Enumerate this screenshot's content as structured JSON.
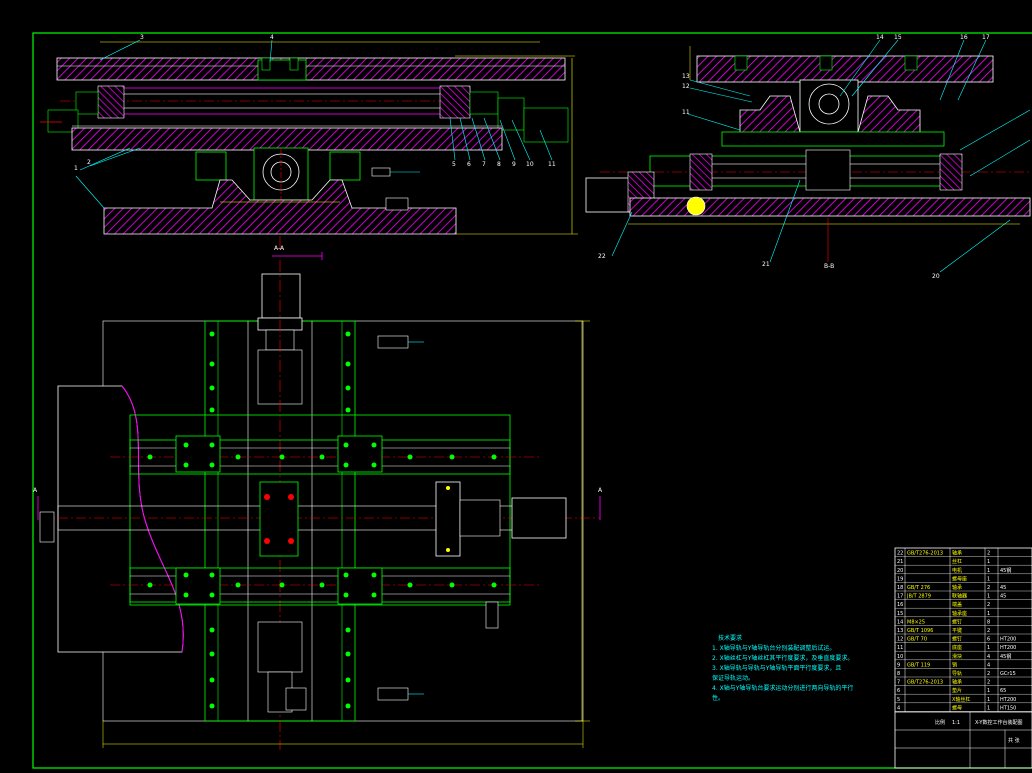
{
  "colors": {
    "background": "#000000",
    "frame": "#00ff00",
    "part": "#ff00ff",
    "outline": "#ffffff",
    "centerline": "#ff0000",
    "leader": "#00ffff",
    "dimension": "#ffff00"
  },
  "front_view": {
    "balloons": [
      "3",
      "4",
      "1",
      "2",
      "5",
      "6",
      "7",
      "8",
      "9",
      "10",
      "11"
    ]
  },
  "side_view": {
    "balloons": [
      "13",
      "12",
      "11",
      "14",
      "15",
      "16",
      "17",
      "21",
      "22",
      "20"
    ],
    "section_mark": "B-B"
  },
  "top_view": {
    "section_mark_top": "A-A",
    "section_mark_left": "A",
    "section_mark_right": "A"
  },
  "notes": {
    "heading": "技术要求",
    "lines": [
      "1. X轴导轨与Y轴导轨台分别装配调整后试运。",
      "2. X轴丝杠与Y轴丝杠其平行度要求，及垂直度要求。",
      "3. X轴导轨与导轨与Y轴导轨平面平行度要求，且",
      "   保证导轨运动。",
      "4. X轴与Y轴导轨台要求运动分别进行两向导轨的平行",
      "   性。"
    ]
  },
  "title_block": {
    "bom_rows": [
      [
        "22",
        "GB/T276-2013",
        "轴承",
        "2",
        ""
      ],
      [
        "21",
        "",
        "丝杠",
        "1",
        ""
      ],
      [
        "20",
        "",
        "电机",
        "1",
        "45钢"
      ],
      [
        "19",
        "",
        "螺母座",
        "1",
        ""
      ],
      [
        "18",
        "GB/T 276",
        "轴承",
        "2",
        "45"
      ],
      [
        "17",
        "JB/T 2879",
        "联轴器",
        "1",
        "45"
      ],
      [
        "16",
        "",
        "端盖",
        "2",
        ""
      ],
      [
        "15",
        "",
        "轴承座",
        "1",
        ""
      ],
      [
        "14",
        "M8×25",
        "螺钉",
        "8",
        ""
      ],
      [
        "13",
        "GB/T 1096",
        "平键",
        "2",
        ""
      ],
      [
        "12",
        "GB/T 70",
        "螺钉",
        "6",
        "HT200"
      ],
      [
        "11",
        "",
        "底座",
        "1",
        "HT200"
      ],
      [
        "10",
        "",
        "滑块",
        "4",
        "45钢"
      ],
      [
        "9",
        "GB/T 119",
        "销",
        "4",
        ""
      ],
      [
        "8",
        "",
        "导轨",
        "2",
        "GCr15"
      ],
      [
        "7",
        "GB/T276-2013",
        "轴承",
        "2",
        ""
      ],
      [
        "6",
        "",
        "垫片",
        "1",
        "65"
      ],
      [
        "5",
        "",
        "X轴丝杠",
        "1",
        "HT200"
      ],
      [
        "4",
        "",
        "螺母",
        "1",
        "HT150"
      ]
    ],
    "drawing_title": "X-Y数控工作台装配图",
    "scale_label": "比例",
    "scale_value": "1:1",
    "sheet_label": "共 张"
  }
}
